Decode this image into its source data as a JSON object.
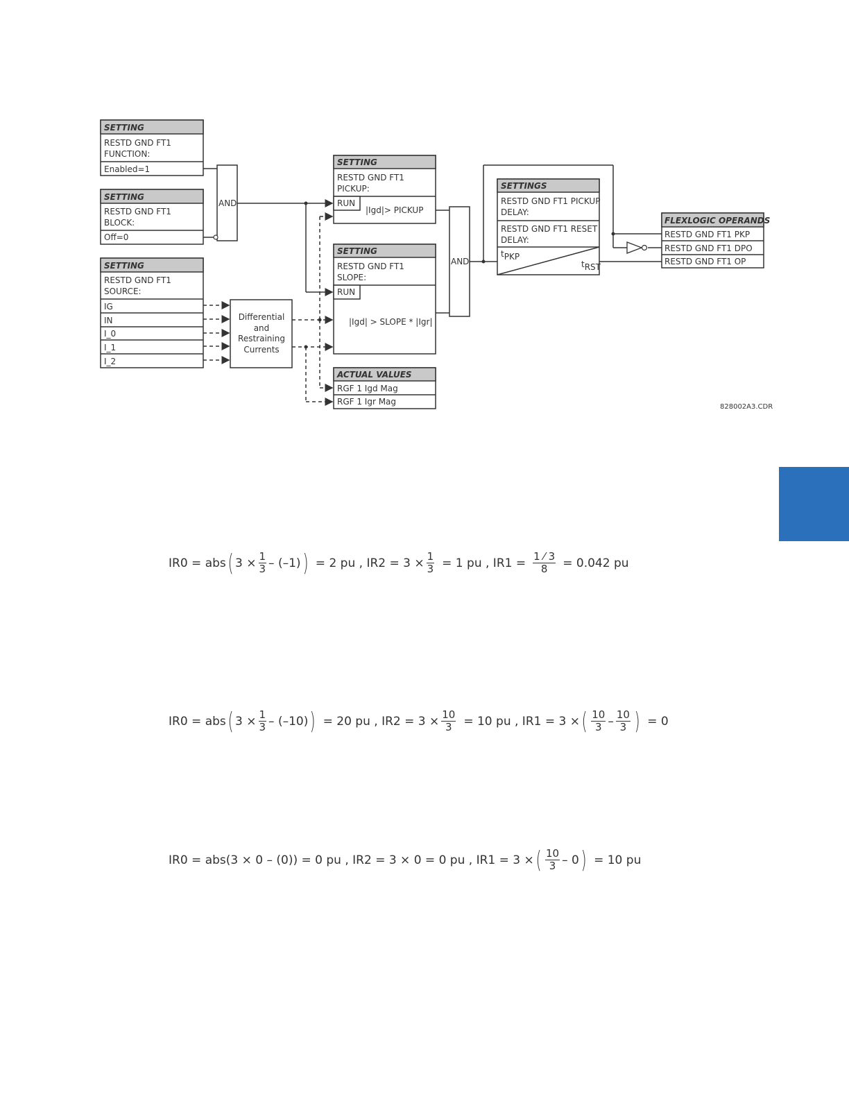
{
  "diagram": {
    "setting_function": {
      "header": "SETTING",
      "line1": "RESTD GND  FT1",
      "line2": "FUNCTION:",
      "value": "Enabled=1"
    },
    "setting_block": {
      "header": "SETTING",
      "line1": "RESTD GND  FT1",
      "line2": "BLOCK:",
      "value": "Off=0"
    },
    "setting_source": {
      "header": "SETTING",
      "line1": "RESTD GND  FT1",
      "line2": "SOURCE:",
      "items": [
        "IG",
        "IN",
        "I_0",
        "I_1",
        "I_2"
      ]
    },
    "and_gate_1": "AND",
    "and_gate_2": "AND",
    "diff_block": {
      "line1": "Differential",
      "line2": "and",
      "line3": "Restraining",
      "line4": "Currents"
    },
    "setting_pickup": {
      "header": "SETTING",
      "line1": "RESTD GND FT1",
      "line2": "PICKUP:",
      "run": "RUN",
      "condition": "|Igd|> PICKUP"
    },
    "setting_slope": {
      "header": "SETTING",
      "line1": "RESTD GND FT1",
      "line2": "SLOPE:",
      "run": "RUN",
      "condition": "|Igd| > SLOPE * |Igr|"
    },
    "actual_values": {
      "header": "ACTUAL VALUES",
      "items": [
        "RGF 1 Igd Mag",
        "RGF 1 Igr Mag"
      ]
    },
    "settings_timer": {
      "header": "SETTINGS",
      "pickup_line1": "RESTD GND FT1 PICKUP",
      "pickup_line2": "DELAY:",
      "reset_line1": "RESTD GND FT1 RESET",
      "reset_line2": "DELAY:",
      "tpkp": "t",
      "tpkp_sub": "PKP",
      "trst": "t",
      "trst_sub": "RST"
    },
    "flexlogic": {
      "header": "FLEXLOGIC OPERANDS",
      "items": [
        "RESTD GND FT1 PKP",
        "RESTD GND FT1 DPO",
        "RESTD GND FT1 OP"
      ]
    },
    "figure_id": "828002A3.CDR"
  },
  "equations": {
    "eq1": {
      "a": "IR0  =  abs",
      "b": "3 ×",
      "c1n": "1",
      "c1d": "3",
      "d": "– (–1)",
      "e": "=  2 pu ,  IR2  =  3 ×",
      "f1n": "1",
      "f1d": "3",
      "g": "=  1 pu ,  IR1  =",
      "h1n": "1 ⁄ 3",
      "h1d": "8",
      "i": "=  0.042 pu"
    },
    "eq2": {
      "a": "IR0  =  abs",
      "b": "3 ×",
      "c1n": "1",
      "c1d": "3",
      "d": "– (–10)",
      "e": "=  20 pu ,  IR2  =  3 ×",
      "f1n": "10",
      "f1d": "3",
      "g": "=  10 pu ,  IR1  =  3 ×",
      "h1n": "10",
      "h1d": "3",
      "h2": "–",
      "h3n": "10",
      "h3d": "3",
      "i": "=  0"
    },
    "eq3": {
      "a": "IR0  =  abs(3 × 0 – (0))  =  0 pu ,  IR2  =  3 × 0  =  0 pu ,  IR1  =  3 ×",
      "b1n": "10",
      "b1d": "3",
      "b2": "– 0",
      "c": "=  10 pu"
    }
  },
  "colors": {
    "side_tab": "#2a70bb",
    "header_fill": "#c9c9c9"
  }
}
